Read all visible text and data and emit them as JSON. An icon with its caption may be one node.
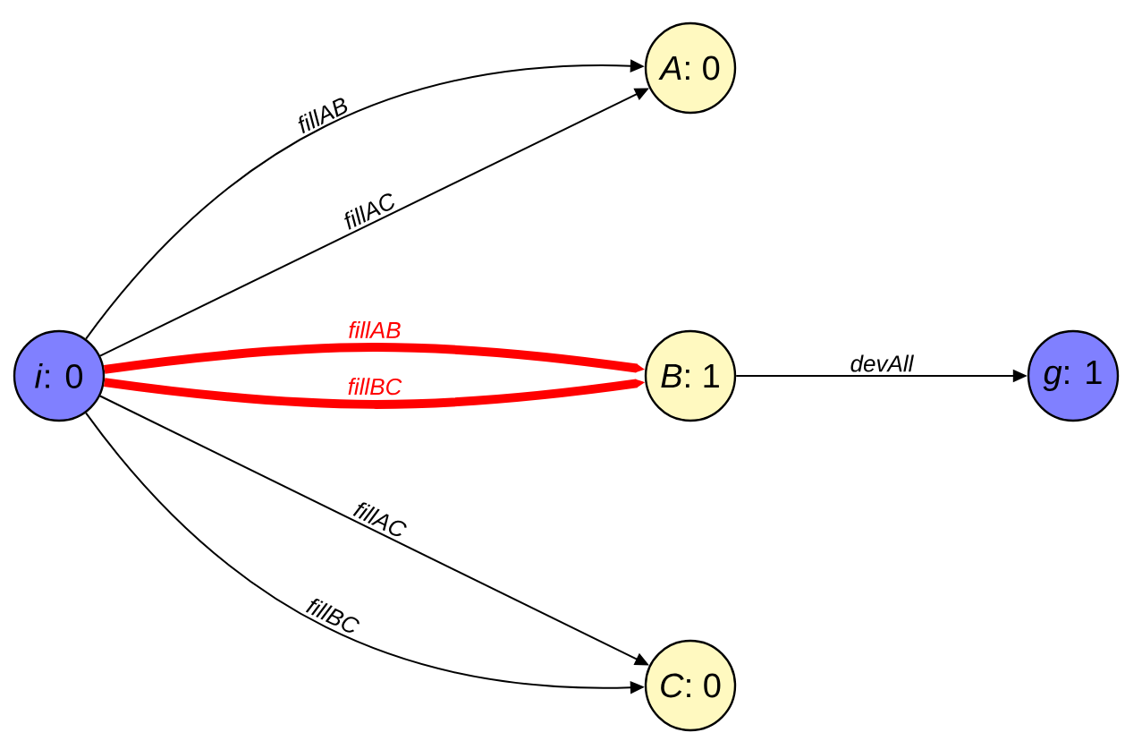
{
  "diagram": {
    "nodes": [
      {
        "text": [
          "*i*: 0"
        ]
      },
      {
        "text": [
          "*A*: 0"
        ]
      },
      {
        "text": [
          "*B*: 1"
        ]
      },
      {
        "text": [
          "*g*: 1"
        ]
      },
      {
        "text": [
          "*C*: 0"
        ]
      }
    ],
    "edges": [
      {
        "from": 0,
        "to": 1,
        "arrow": "to",
        "label": "fillAB"
      },
      {
        "from": 0,
        "to": 1,
        "arrow": "to",
        "label": "fillAC"
      },
      {
        "from": 0,
        "to": 2,
        "arrow": "to",
        "label": "fillAB",
        "style": "thick",
        "color": "#ff0000"
      },
      {
        "from": 0,
        "to": 2,
        "arrow": "to",
        "label": "fillBC",
        "style": "thick",
        "color": "#ff0000"
      },
      {
        "from": 2,
        "to": 3,
        "arrow": "to",
        "label": "devAll"
      },
      {
        "from": 0,
        "to": 4,
        "arrow": "to",
        "label": "fillAC"
      },
      {
        "from": 0,
        "to": 4,
        "arrow": "to",
        "label": "fillBC"
      }
    ]
  }
}
